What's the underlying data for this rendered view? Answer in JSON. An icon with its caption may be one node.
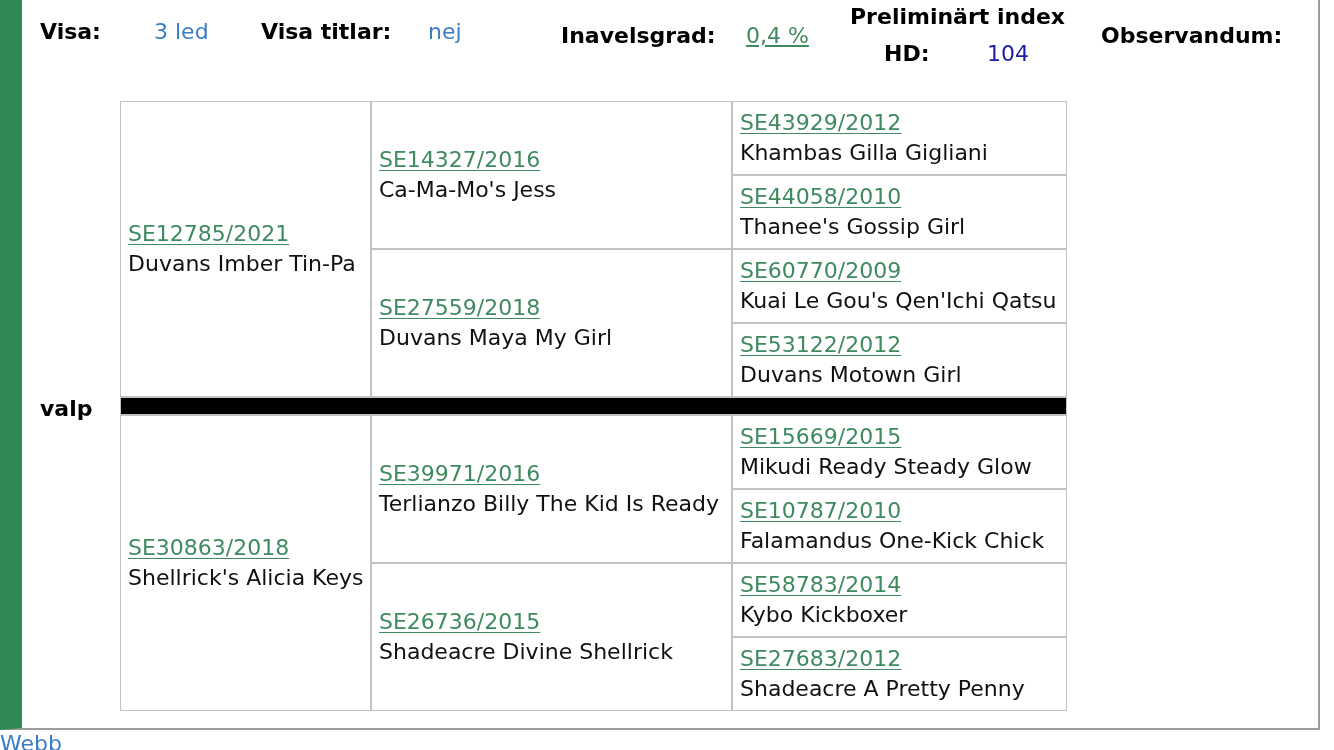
{
  "diagram": {
    "nodes": [
      {
        "text": [
          "SE12785/2021",
          "Duvans Imber Tin-Pa"
        ]
      },
      {
        "text": [
          "SE14327/2016",
          "Ca-Ma-Mo's Jess"
        ]
      },
      {
        "text": [
          "SE43929/2012",
          "Khambas Gilla Gigliani"
        ]
      },
      {
        "text": [
          "SE44058/2010",
          "Thanee's Gossip Girl"
        ]
      },
      {
        "text": [
          "SE27559/2018",
          "Duvans Maya My Girl"
        ]
      },
      {
        "text": [
          "SE60770/2009",
          "Kuai Le Gou's Qen'Ichi Qatsu"
        ]
      },
      {
        "text": [
          "SE53122/2012",
          "Duvans Motown Girl"
        ]
      },
      {
        "text": [],
        "shape": "bar"
      },
      {
        "text": [
          "SE30863/2018",
          "Shellrick's Alicia Keys"
        ]
      },
      {
        "text": [
          "SE39971/2016",
          "Terlianzo Billy The Kid Is Ready"
        ]
      },
      {
        "text": [
          "SE15669/2015",
          "Mikudi Ready Steady Glow"
        ]
      },
      {
        "text": [
          "SE10787/2010",
          "Falamandus One-Kick Chick"
        ]
      },
      {
        "text": [
          "SE26736/2015",
          "Shadeacre Divine Shellrick"
        ]
      },
      {
        "text": [
          "SE58783/2014",
          "Kybo Kickboxer"
        ]
      },
      {
        "text": [
          "SE27683/2012",
          "Shadeacre A Pretty Penny"
        ]
      }
    ],
    "labels": [
      "Visa:",
      "3 led",
      "Visa titlar:",
      "nej",
      "Inavelsgrad:",
      "0,4 %",
      "Preliminärt index",
      "HD:",
      "104",
      "Observandum:",
      "valp",
      "Webb"
    ]
  }
}
